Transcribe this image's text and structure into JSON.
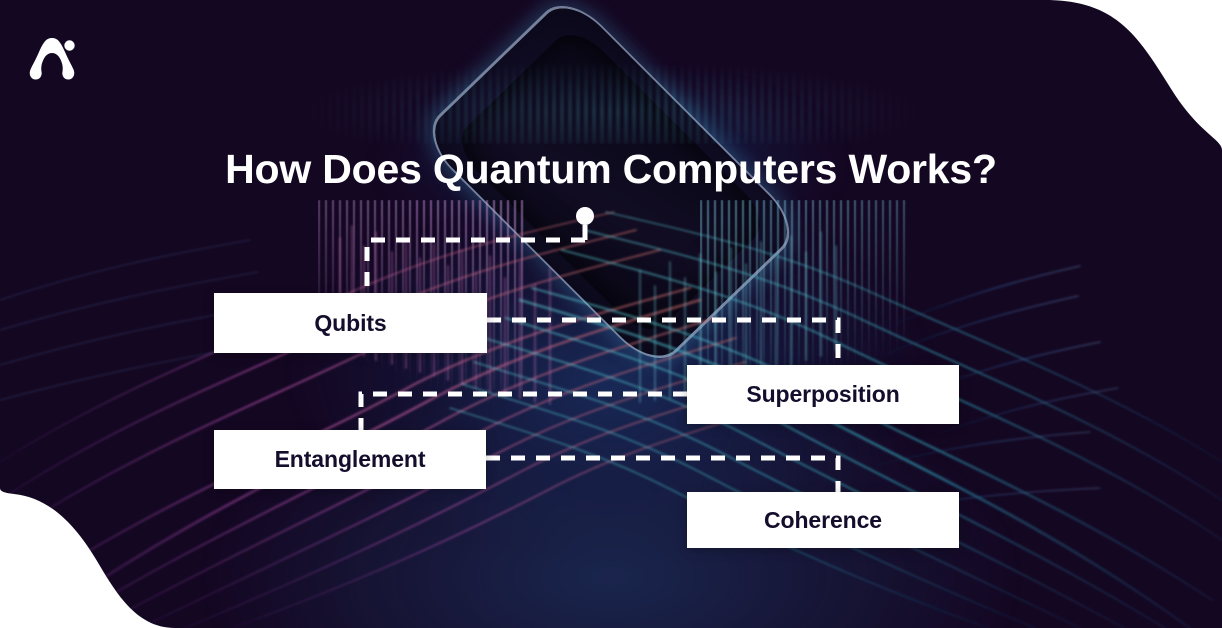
{
  "brand": {
    "logo_icon": "quantum-a-logo-icon",
    "logo_alt": "Brand logo"
  },
  "header": {
    "title": "How Does Quantum Computers Works?"
  },
  "colors": {
    "background_dark": "#140722",
    "page_white": "#ffffff",
    "card_background": "#ffffff",
    "card_text": "#140d2c",
    "title_text": "#ffffff",
    "connector_line": "#ffffff",
    "trace_purple": "#8e4fb0",
    "trace_magenta": "#b0467e",
    "trace_teal": "#3fbcc8",
    "trace_blue": "#3a7fd5"
  },
  "diagram": {
    "root_node_icon": "circle-node-icon",
    "nodes": [
      {
        "id": "qubits",
        "label": "Qubits"
      },
      {
        "id": "superposition",
        "label": "Superposition"
      },
      {
        "id": "entanglement",
        "label": "Entanglement"
      },
      {
        "id": "coherence",
        "label": "Coherence"
      }
    ],
    "connector_style": "dashed",
    "connections": [
      {
        "from": "root",
        "to": "qubits"
      },
      {
        "from": "qubits",
        "to": "superposition"
      },
      {
        "from": "superposition",
        "to": "entanglement"
      },
      {
        "from": "entanglement",
        "to": "coherence"
      }
    ]
  },
  "background": {
    "imagery": "quantum-computer-chip-circuit-board"
  }
}
